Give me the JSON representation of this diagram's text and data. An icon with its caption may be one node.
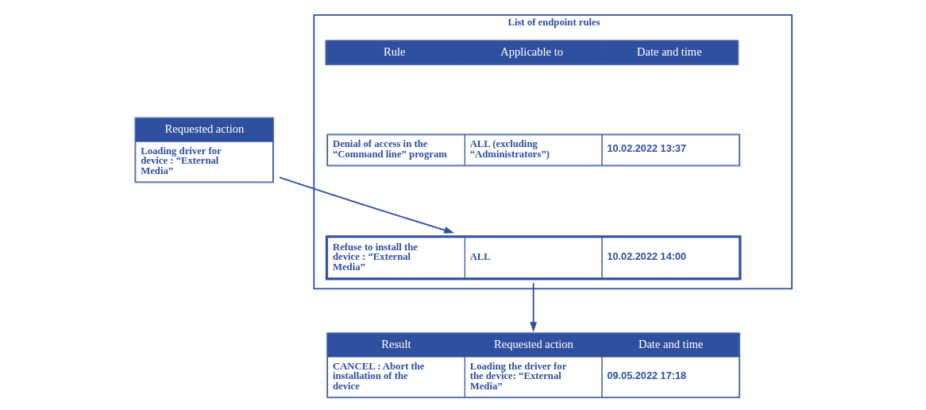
{
  "diagram": {
    "nodes": [
      {
        "text": [
          "Requested action",
          "Loading driver for device : “External Media”"
        ]
      },
      {
        "text": [
          "List of endpoint rules"
        ]
      },
      {
        "text": [
          "Rule",
          "Applicable to",
          "Date and time"
        ],
        "in": 1
      },
      {
        "text": [
          "Denial of access in the “Command line” program",
          "ALL (excluding “Administrators”)",
          "10.02.2022 13:37"
        ],
        "in": 1
      },
      {
        "text": [
          "Refuse to install the device : “External Media”",
          "ALL",
          "10.02.2022 14:00"
        ],
        "in": 1
      },
      {
        "text": [
          "Result",
          "Requested action",
          "Date and time",
          "CANCEL : Abort the installation of the device",
          "Loading the driver for the device: “External Media”",
          "09.05.2022 17:18"
        ]
      }
    ],
    "edges": [
      {
        "from": 0,
        "to": 4,
        "arrow": "to"
      },
      {
        "from": 4,
        "to": 5,
        "arrow": "to"
      }
    ]
  }
}
